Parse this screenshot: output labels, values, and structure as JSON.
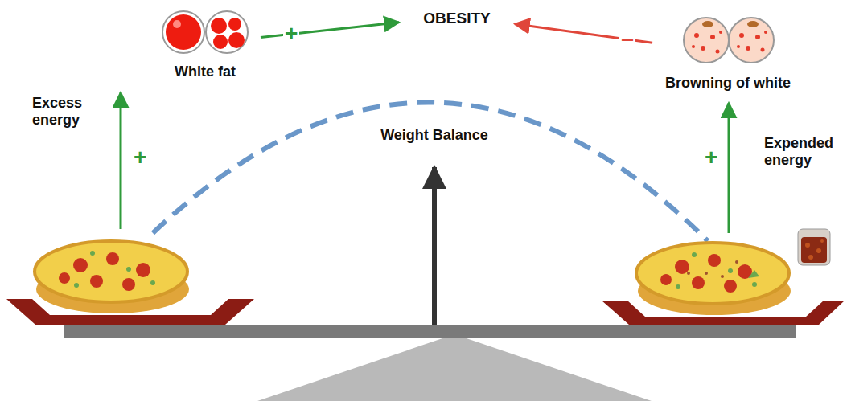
{
  "diagram": {
    "nodes": [
      {
        "text": [
          "OBESITY"
        ]
      },
      {
        "text": [
          "White fat"
        ]
      },
      {
        "text": [
          "Browning of white"
        ]
      }
    ],
    "edges": [
      {
        "from": 1,
        "to": 0,
        "arrow": "to",
        "label": "+"
      },
      {
        "from": 2,
        "to": 0,
        "arrow": "to",
        "label": "−"
      }
    ],
    "labels": [
      "Excess energy",
      "+",
      "Weight Balance",
      "Expended energy",
      "+"
    ]
  }
}
